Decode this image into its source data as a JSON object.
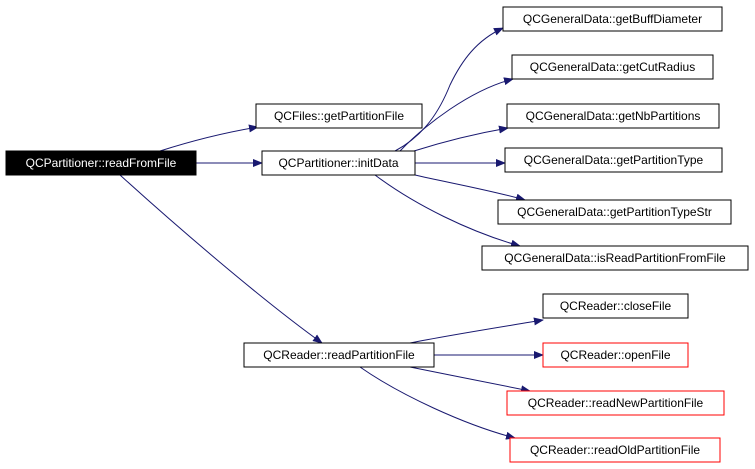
{
  "nodes": [
    {
      "id": "n0",
      "name": "node-qcpartitioner-readfromfile",
      "label": "QCPartitioner::readFromFile",
      "kind": "root"
    },
    {
      "id": "n1",
      "name": "node-qcfiles-getpartitionfile",
      "label": "QCFiles::getPartitionFile",
      "kind": "normal"
    },
    {
      "id": "n2",
      "name": "node-qcpartitioner-initdata",
      "label": "QCPartitioner::initData",
      "kind": "normal"
    },
    {
      "id": "n3",
      "name": "node-qcreader-readpartitionfile",
      "label": "QCReader::readPartitionFile",
      "kind": "normal"
    },
    {
      "id": "n4",
      "name": "node-qcgeneraldata-getbuffdiameter",
      "label": "QCGeneralData::getBuffDiameter",
      "kind": "normal"
    },
    {
      "id": "n5",
      "name": "node-qcgeneraldata-getcutradius",
      "label": "QCGeneralData::getCutRadius",
      "kind": "normal"
    },
    {
      "id": "n6",
      "name": "node-qcgeneraldata-getnbpartitions",
      "label": "QCGeneralData::getNbPartitions",
      "kind": "normal"
    },
    {
      "id": "n7",
      "name": "node-qcgeneraldata-getpartitiontype",
      "label": "QCGeneralData::getPartitionType",
      "kind": "normal"
    },
    {
      "id": "n8",
      "name": "node-qcgeneraldata-getpartitiontypestr",
      "label": "QCGeneralData::getPartitionTypeStr",
      "kind": "normal"
    },
    {
      "id": "n9",
      "name": "node-qcgeneraldata-isreadpartitionfromfile",
      "label": "QCGeneralData::isReadPartitionFromFile",
      "kind": "normal"
    },
    {
      "id": "n10",
      "name": "node-qcreader-closefile",
      "label": "QCReader::closeFile",
      "kind": "normal"
    },
    {
      "id": "n11",
      "name": "node-qcreader-openfile",
      "label": "QCReader::openFile",
      "kind": "external"
    },
    {
      "id": "n12",
      "name": "node-qcreader-readnewpartitionfile",
      "label": "QCReader::readNewPartitionFile",
      "kind": "external"
    },
    {
      "id": "n13",
      "name": "node-qcreader-readoldpartitionfile",
      "label": "QCReader::readOldPartitionFile",
      "kind": "external"
    }
  ],
  "edges": [
    {
      "from": "n0",
      "to": "n1"
    },
    {
      "from": "n0",
      "to": "n2"
    },
    {
      "from": "n0",
      "to": "n3"
    },
    {
      "from": "n2",
      "to": "n4"
    },
    {
      "from": "n2",
      "to": "n5"
    },
    {
      "from": "n2",
      "to": "n6"
    },
    {
      "from": "n2",
      "to": "n7"
    },
    {
      "from": "n2",
      "to": "n8"
    },
    {
      "from": "n2",
      "to": "n9"
    },
    {
      "from": "n3",
      "to": "n10"
    },
    {
      "from": "n3",
      "to": "n11"
    },
    {
      "from": "n3",
      "to": "n12"
    },
    {
      "from": "n3",
      "to": "n13"
    }
  ],
  "colors": {
    "edge": "#191970",
    "root_fill": "#000000",
    "root_text": "#ffffff",
    "node_border": "#000000",
    "external_border": "#ff0000",
    "node_fill": "#ffffff",
    "node_text": "#000000"
  }
}
